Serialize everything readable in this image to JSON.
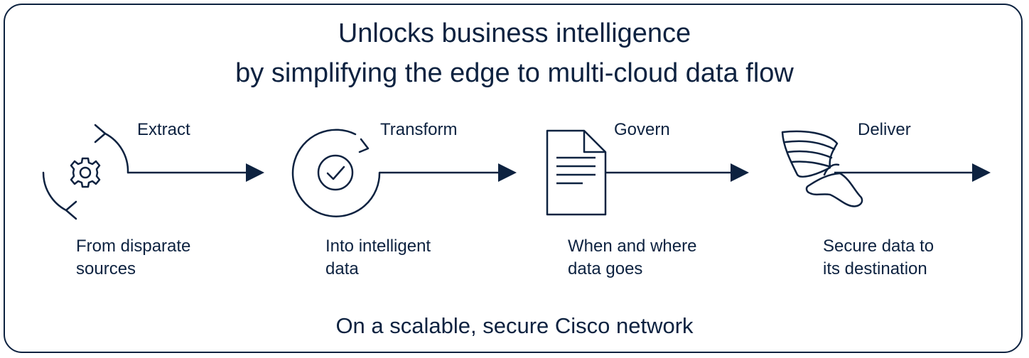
{
  "title": {
    "line1": "Unlocks business intelligence",
    "line2": "by simplifying the edge to multi-cloud data flow"
  },
  "steps": [
    {
      "label": "Extract",
      "desc_line1": "From disparate",
      "desc_line2": "sources",
      "icon": "sync-gear-icon"
    },
    {
      "label": "Transform",
      "desc_line1": "Into intelligent",
      "desc_line2": "data",
      "icon": "check-circle-icon"
    },
    {
      "label": "Govern",
      "desc_line1": "When and where",
      "desc_line2": "data goes",
      "icon": "document-icon"
    },
    {
      "label": "Deliver",
      "desc_line1": "Secure data to",
      "desc_line2": "its destination",
      "icon": "winged-foot-icon"
    }
  ],
  "footer": "On a scalable, secure Cisco network",
  "colors": {
    "primary": "#0d2240",
    "background": "#ffffff"
  }
}
